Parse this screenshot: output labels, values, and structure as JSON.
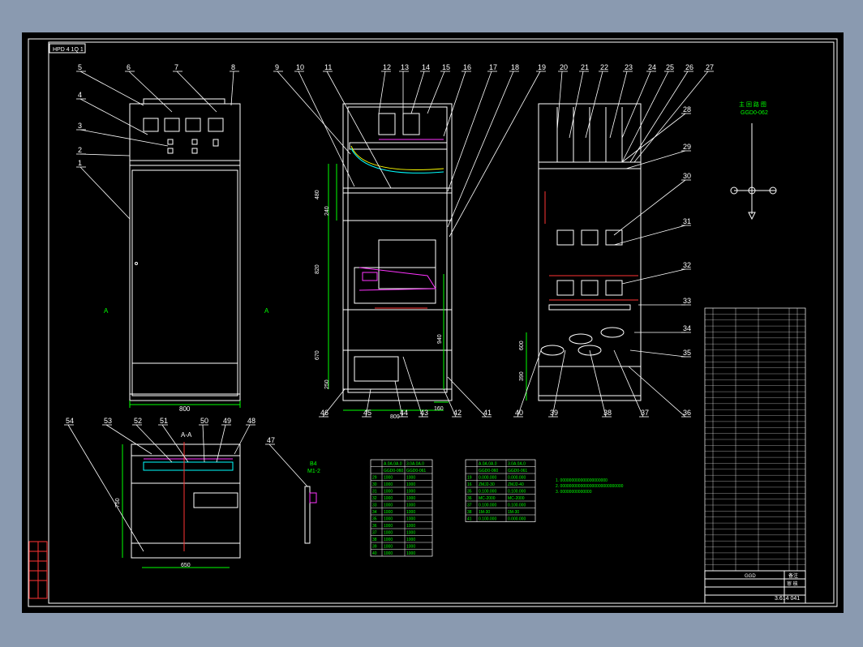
{
  "colors": {
    "background_outer": "#8a9ab0",
    "sheet": "#000000",
    "lines": "#ffffff",
    "dimension": "#00ff00",
    "accent_magenta": "#ff33ff",
    "accent_red": "#ff3333",
    "accent_yellow": "#ffff00",
    "accent_cyan": "#00ffff"
  },
  "title_tag": "HPD 4 1Q 1",
  "callouts_front": [
    "5",
    "6",
    "7",
    "8",
    "4",
    "3",
    "2",
    "1"
  ],
  "callouts_side": [
    "9",
    "10",
    "11",
    "12",
    "13",
    "14",
    "15",
    "16",
    "17",
    "18",
    "19"
  ],
  "callouts_rear": [
    "20",
    "21",
    "22",
    "23",
    "24",
    "25",
    "26",
    "27",
    "28",
    "29",
    "30",
    "31",
    "32",
    "33",
    "34",
    "35",
    "36"
  ],
  "callouts_bottom_rear": [
    "37",
    "38",
    "39",
    "40"
  ],
  "callouts_bottom_side": [
    "41",
    "42",
    "43",
    "44",
    "45",
    "46"
  ],
  "callouts_plan": [
    "54",
    "53",
    "52",
    "51",
    "50",
    "49",
    "48"
  ],
  "callout_detail": "47",
  "dims": {
    "front_width": "800",
    "side_480": "480",
    "side_240": "240",
    "side_820": "820",
    "side_670": "670",
    "side_250": "250",
    "side_800": "800",
    "side_160": "160",
    "side_940": "940",
    "rear_600": "600",
    "rear_390": "390",
    "plan_width": "650",
    "plan_depth": "750"
  },
  "section_label": "A-A",
  "schematic": {
    "title": "GGD0-062",
    "subtitle": "主 回 路 图"
  },
  "detail": {
    "label_top": "B4",
    "label_sub": "M1-2"
  },
  "table_left": {
    "rows": [
      [
        "",
        "A.0A.0A.0",
        "3.0A.0A.0"
      ],
      [
        "",
        "GGD0-060",
        "GGD0-061"
      ],
      [
        "29",
        "1000",
        "1000"
      ],
      [
        "30",
        "1000",
        "1000"
      ],
      [
        "31",
        "1000",
        "1000"
      ],
      [
        "32",
        "1000",
        "1000"
      ],
      [
        "33",
        "1000",
        "1000"
      ],
      [
        "34",
        "1000",
        "1000"
      ],
      [
        "35",
        "1000",
        "1000"
      ],
      [
        "36",
        "1000",
        "1000"
      ],
      [
        "37",
        "1000",
        "1000"
      ],
      [
        "38",
        "1000",
        "1000"
      ],
      [
        "39",
        "1000",
        "1000"
      ],
      [
        "40",
        "1000",
        "1000"
      ]
    ]
  },
  "table_right": {
    "rows": [
      [
        "",
        "A.0A.0A.0",
        "3.0A.0A.0"
      ],
      [
        "",
        "GGD0-060",
        "GGD0-061"
      ],
      [
        "19",
        "0.000.000",
        "0.000.000"
      ],
      [
        "16",
        "ZMJ2-30",
        "ZMJ2-40"
      ],
      [
        "35",
        "0.100.000",
        "0.100.000"
      ],
      [
        "36",
        "MC-2000",
        "MC-2000"
      ],
      [
        "37",
        "0.100.000",
        "0.100.000"
      ],
      [
        "38",
        "1M-30",
        "1M-30"
      ],
      [
        "41",
        "0.100.000",
        "0.000.000"
      ]
    ]
  },
  "notes": [
    "1. 000000000000000000000",
    "2. 0000000000000000000000000000",
    "3. 00000000000000"
  ],
  "title_block": {
    "drawing_no": "3.614 041",
    "name": "GGD",
    "label_right": "备注",
    "label_right2": "审 核"
  },
  "bom_count": 44
}
